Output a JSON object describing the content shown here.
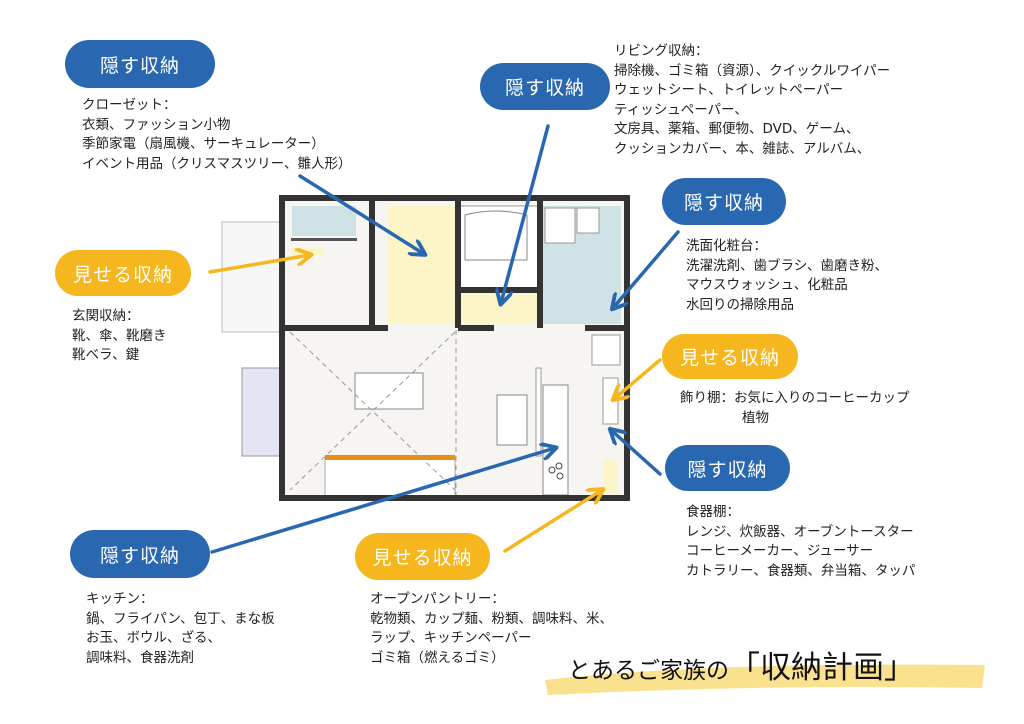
{
  "labels": {
    "hidden": "隠す収納",
    "visible": "見せる収納"
  },
  "callouts": {
    "closet": {
      "badge": "隠す収納",
      "lines": [
        "クローゼット：",
        "衣類、ファッション小物",
        "季節家電（扇風機、サーキュレーター）",
        "イベント用品（クリスマスツリー、雛人形）"
      ]
    },
    "living": {
      "badge": "隠す収納",
      "lines": [
        "リビング収納：",
        "掃除機、ゴミ箱（資源）、クイックルワイパー",
        "ウェットシート、トイレットペーパー",
        "ティッシュペーパー、",
        "文房具、薬箱、郵便物、DVD、ゲーム、",
        "クッションカバー、本、雑誌、アルバム、"
      ]
    },
    "washroom": {
      "badge": "隠す収納",
      "lines": [
        "洗面化粧台：",
        "洗濯洗剤、歯ブラシ、歯磨き粉、",
        "マウスウォッシュ、化粧品",
        "水回りの掃除用品"
      ]
    },
    "entrance": {
      "badge": "見せる収納",
      "lines": [
        "玄関収納：",
        "靴、傘、靴磨き",
        "靴ベラ、鍵"
      ]
    },
    "shelf": {
      "badge": "見せる収納",
      "lines": [
        "飾り棚：お気に入りのコーヒーカップ",
        "植物"
      ]
    },
    "cupboard": {
      "badge": "隠す収納",
      "lines": [
        "食器棚：",
        "レンジ、炊飯器、オーブントースター",
        "コーヒーメーカー、ジューサー",
        "カトラリー、食器類、弁当箱、タッパ"
      ]
    },
    "kitchen": {
      "badge": "隠す収納",
      "lines": [
        "キッチン：",
        "鍋、フライパン、包丁、まな板",
        "お玉、ボウル、ざる、",
        "調味料、食器洗剤"
      ]
    },
    "pantry": {
      "badge": "見せる収納",
      "lines": [
        "オープンパントリー：",
        "乾物類、カップ麺、粉類、調味料、米、",
        "ラップ、キッチンペーパー",
        "ゴミ箱（燃えるゴミ）"
      ]
    }
  },
  "title": {
    "prefix": "とあるご家族の",
    "main": "「収納計画」"
  },
  "colors": {
    "hidden": "#2a67b1",
    "visible": "#f6b61d",
    "storage_fill": "#fbf5c8",
    "tile": "#cfe2e6",
    "wall": "#333333"
  }
}
